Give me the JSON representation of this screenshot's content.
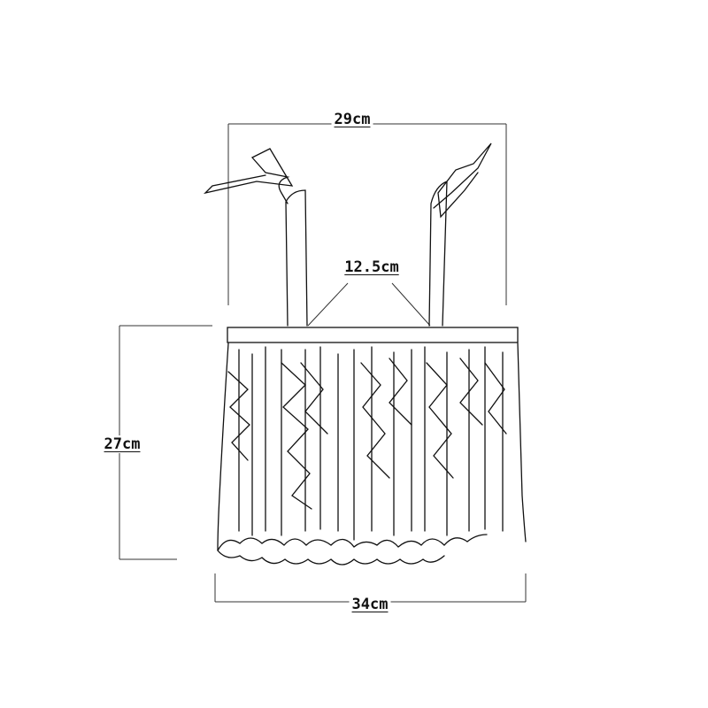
{
  "dimensions": {
    "strap_span": "29cm",
    "strap_gap": "12.5cm",
    "height": "27cm",
    "width": "34cm"
  },
  "colors": {
    "ink": "#111111",
    "dimension_line": "#333333"
  }
}
